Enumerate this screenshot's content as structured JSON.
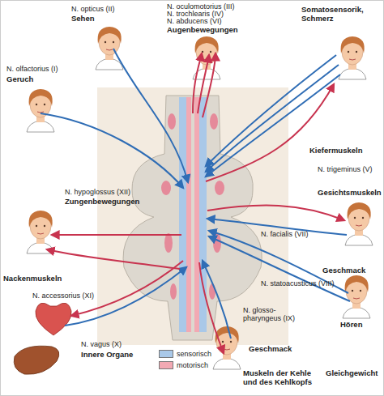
{
  "diagram": {
    "labels": [
      "N. opticus (II)",
      "Sehen",
      "N. oculomotorius (III)",
      "N. trochlearis (IV)",
      "N. abducens (VI)",
      "Augenbewegungen",
      "Somatosensorik, Schmerz",
      "N. olfactorius (I)",
      "Geruch",
      "Kiefermuskeln",
      "N. trigeminus (V)",
      "Gesichtsmuskeln",
      "N. hypoglossus (XII)",
      "Zungenbewegungen",
      "N. facialis (VII)",
      "Geschmack",
      "Nackenmuskeln",
      "N. accessorius (XI)",
      "N. statoacusticus (VIII)",
      "N. glosso-pharyngeus (IX)",
      "Hören",
      "N. vagus (X)",
      "Innere Organe",
      "Geschmack",
      "Gleichgewicht",
      "Muskeln der Kehle und des Kehlkopfs"
    ],
    "legend": [
      {
        "text": "sensorisch",
        "color": "#a9c8e8"
      },
      {
        "text": "motorisch",
        "color": "#f2a9b3"
      }
    ]
  }
}
